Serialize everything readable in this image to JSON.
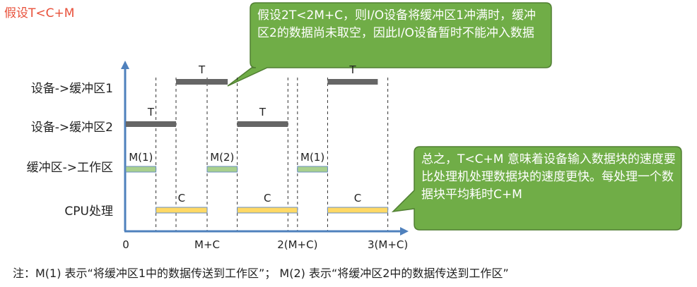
{
  "title": "假设T<C+M",
  "rows": [
    {
      "label": "设备->缓冲区1"
    },
    {
      "label": "设备->缓冲区2"
    },
    {
      "label": "缓冲区->工作区"
    },
    {
      "label": "CPU处理"
    }
  ],
  "segments": [
    {
      "row": 0,
      "start": 1,
      "end": 2.03,
      "label": "T",
      "color": "#666666"
    },
    {
      "row": 0,
      "start": 4.02,
      "end": 5.02,
      "label": "T",
      "color": "#666666"
    },
    {
      "row": 1,
      "start": 0,
      "end": 1.0,
      "label": "T",
      "color": "#666666"
    },
    {
      "row": 1,
      "start": 2.22,
      "end": 3.23,
      "label": "T",
      "color": "#666666"
    },
    {
      "row": 2,
      "start": 0,
      "end": 0.6,
      "label": "M(1)",
      "color": "#a9d08e"
    },
    {
      "row": 2,
      "start": 1.62,
      "end": 2.22,
      "label": "M(2)",
      "color": "#a9d08e"
    },
    {
      "row": 2,
      "start": 3.42,
      "end": 4.02,
      "label": "M(1)",
      "color": "#a9d08e"
    },
    {
      "row": 3,
      "start": 0.6,
      "end": 1.62,
      "label": "C",
      "color": "#ffd966"
    },
    {
      "row": 3,
      "start": 2.22,
      "end": 3.42,
      "label": "C",
      "color": "#ffd966"
    },
    {
      "row": 3,
      "start": 4.02,
      "end": 5.22,
      "label": "C",
      "color": "#ffd966"
    }
  ],
  "guides": [
    0.6,
    1.0,
    1.62,
    2.22,
    3.23,
    3.42,
    4.02,
    5.22
  ],
  "axis_ticks": [
    {
      "pos": 0,
      "label": "0"
    },
    {
      "pos": 1.62,
      "label": "M+C"
    },
    {
      "pos": 3.42,
      "label": "2(M+C)"
    },
    {
      "pos": 5.22,
      "label": "3(M+C)"
    }
  ],
  "callouts": [
    {
      "text": "假设2T<2M+C，则I/O设备将缓冲区1冲满时，缓冲区2的数据尚未取空，因此I/O设备暂时不能冲入数据"
    },
    {
      "text": "总之，T<C+M 意味着设备输入数据块的速度要比处理机处理数据块的速度更快。每处理一个数据块平均耗时C+M"
    }
  ],
  "note": "注：M(1) 表示“将缓冲区1中的数据传送到工作区”； M(2) 表示“将缓冲区2中的数据传送到工作区”",
  "colors": {
    "axis": "#4f81bd",
    "callout_fill": "#70ad47",
    "callout_border": "#507e32",
    "title": "#e8503a"
  }
}
